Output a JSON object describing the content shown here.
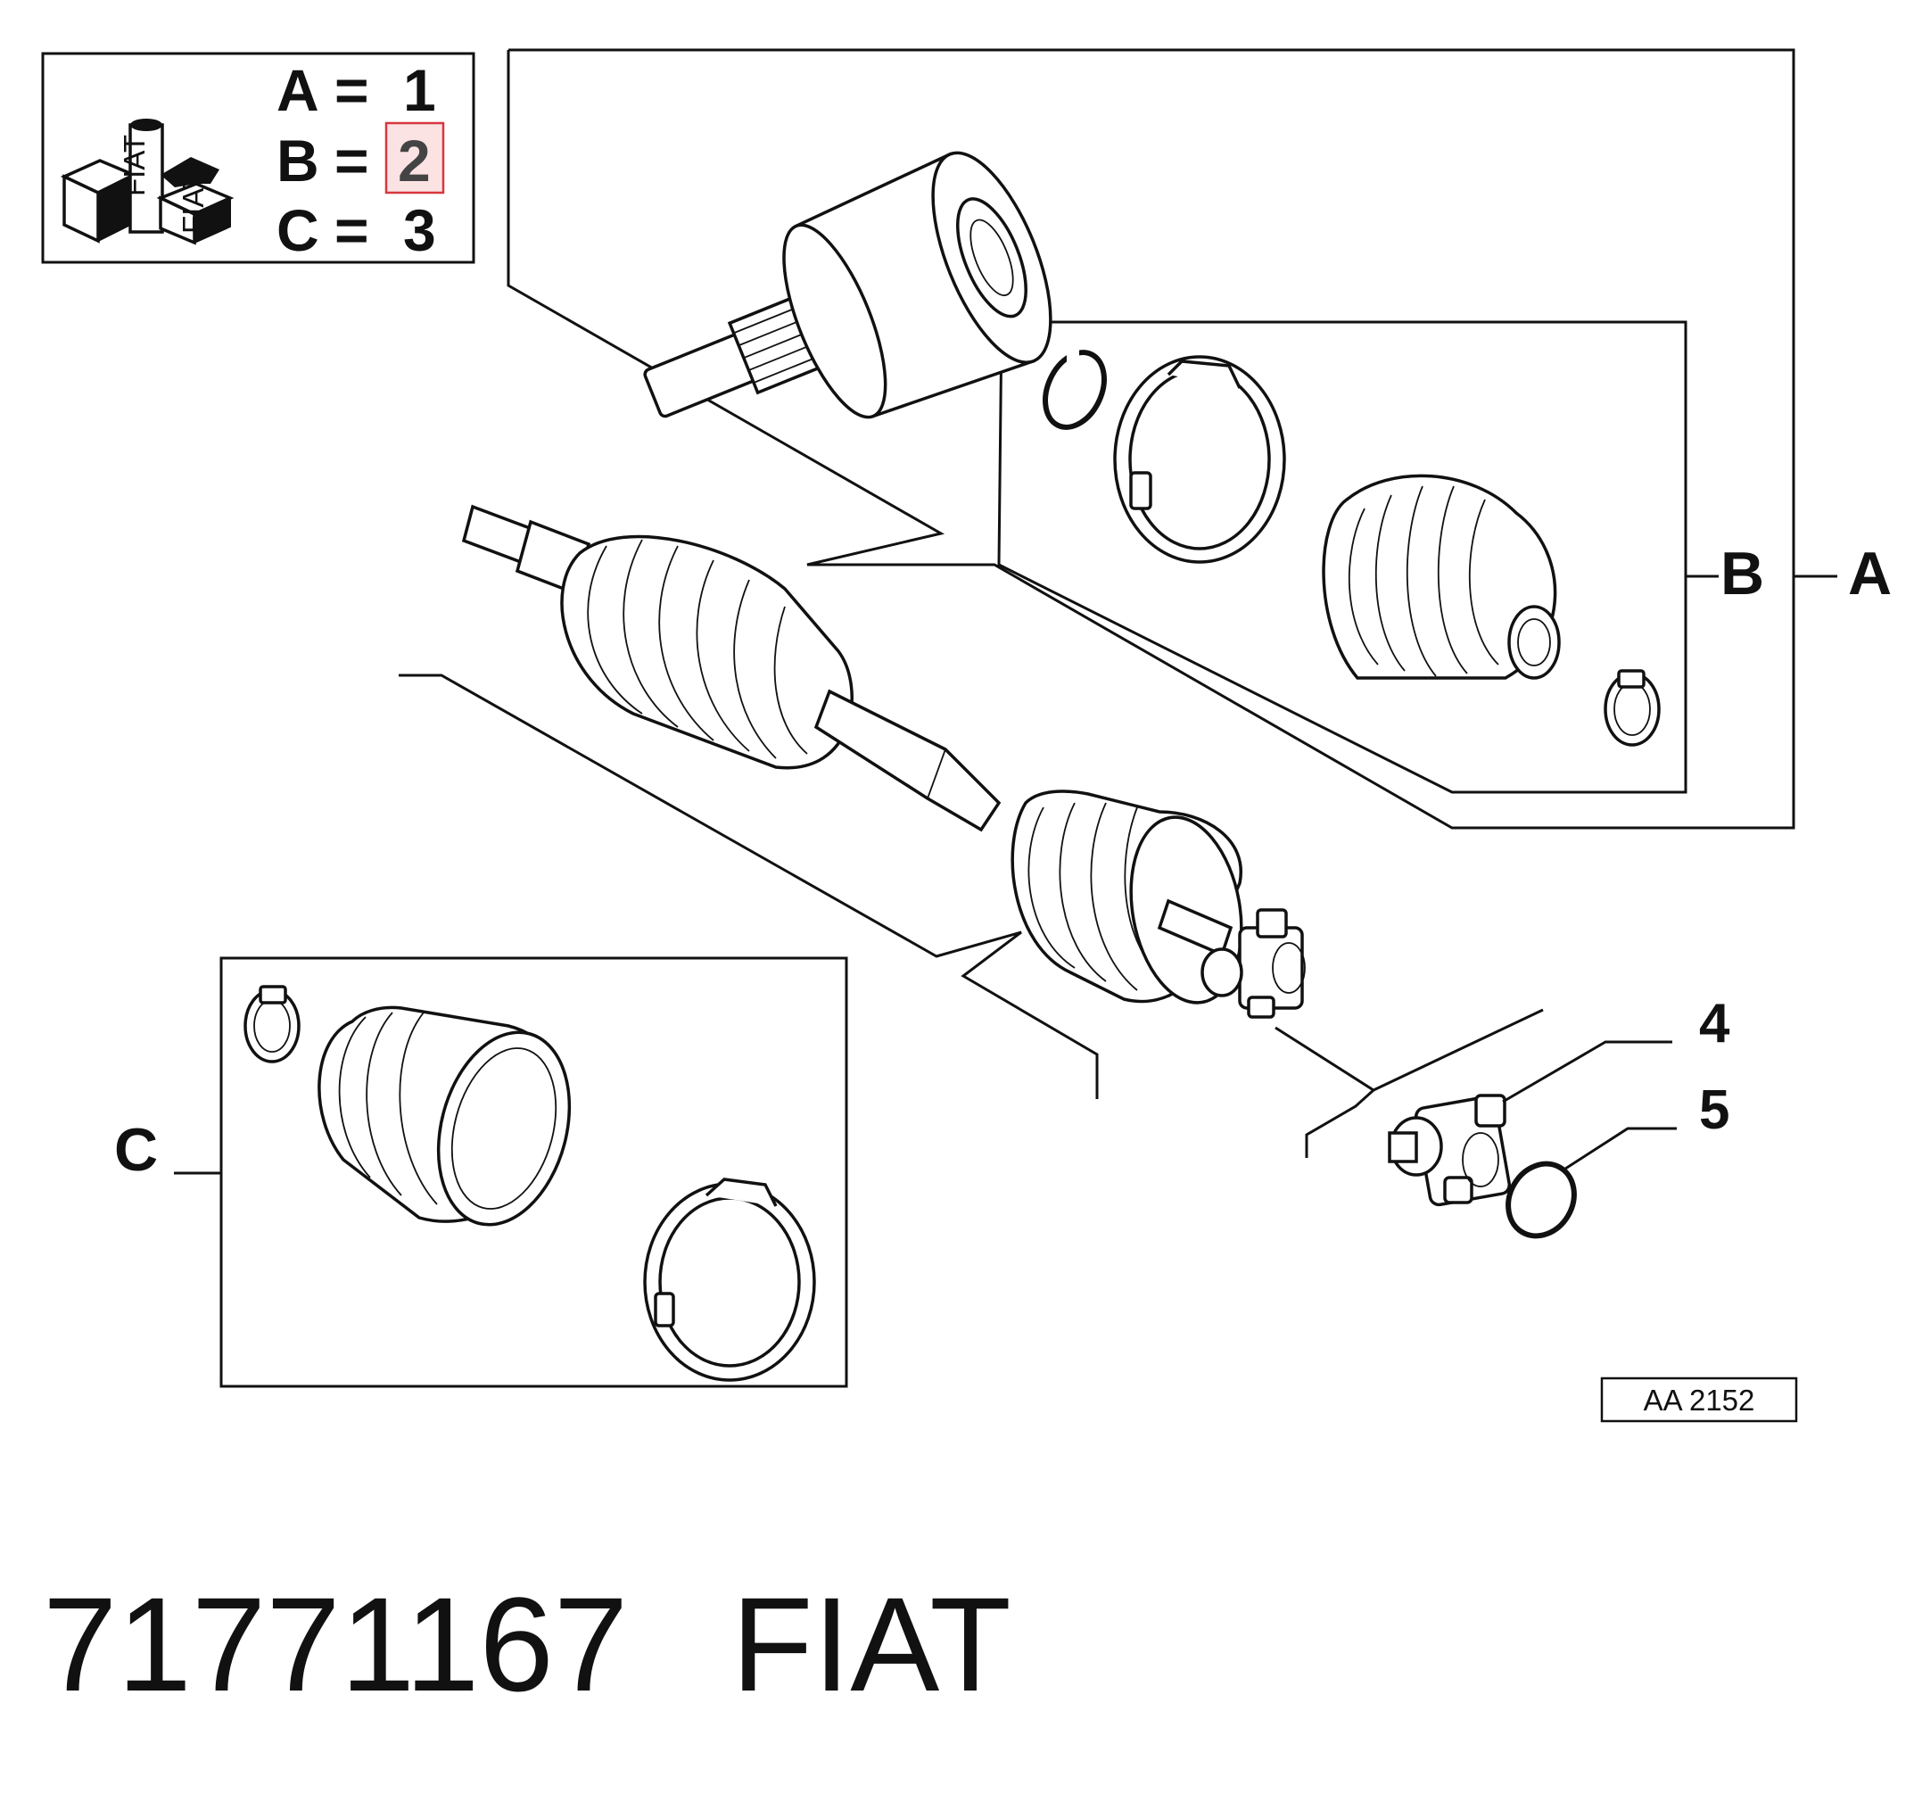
{
  "kit_legend": {
    "rows": [
      {
        "letter": "A",
        "eq": "=",
        "qty": "1"
      },
      {
        "letter": "B",
        "eq": "=",
        "qty": "2",
        "highlighted": true
      },
      {
        "letter": "C",
        "eq": "=",
        "qty": "3"
      }
    ],
    "highlight_color": "#d9363e",
    "highlight_fill": "#fbe3e4",
    "icon": "kit-boxes-icon",
    "icon_brand_text": "FIAT"
  },
  "group_labels": {
    "a": "A",
    "b": "B",
    "c": "C"
  },
  "callouts": [
    "4",
    "5"
  ],
  "reference_code": "AA 2152",
  "footer": {
    "part_number": "71771167",
    "brand": "FIAT"
  }
}
